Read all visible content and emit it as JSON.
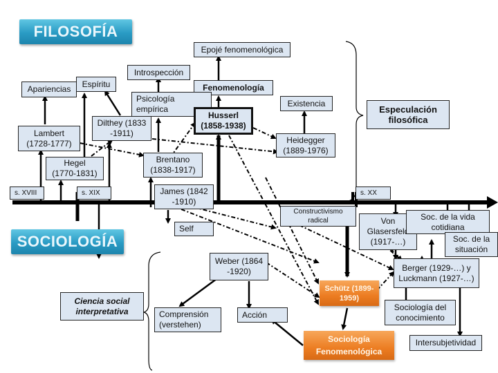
{
  "banners": {
    "filosofia": "FILOSOFÍA",
    "sociologia": "SOCIOLOGÍA"
  },
  "nodes": {
    "epoje": "Epojé fenomenológica",
    "introspeccion": "Introspección",
    "apariencias": "Apariencias",
    "espiritu": "Espíritu",
    "fenomenologia": "Fenomenología",
    "psicologia": "Psicología\nempírica",
    "existencia": "Existencia",
    "especulacion": "Especulación\nfilosófica",
    "husserl": "Husserl\n(1858-1938)",
    "dilthey": "Dilthey (1833\n-1911)",
    "lambert": "Lambert\n(1728-1777)",
    "heidegger": "Heidegger\n(1889-1976)",
    "hegel": "Hegel\n(1770-1831)",
    "brentano": "Brentano\n(1838-1917)",
    "james": "James (1842\n-1910)",
    "self": "Self",
    "constructivismo": "Constructivismo\nradical",
    "glasersfeld": "Von\nGlasersfeld\n(1917-…)",
    "vida_cotidiana": "Soc. de la vida\ncotidiana",
    "situacion": "Soc. de la\nsituación",
    "weber": "Weber (1864\n-1920)",
    "berger": "Berger (1929-…) y\nLuckmann (1927-…)",
    "ciencia_social": "Ciencia social\ninterpretativa",
    "schutz": "Schütz (1899-\n1959)",
    "comprension": "Comprensión\n(verstehen)",
    "accion": "Acción",
    "soc_conocimiento": "Sociología del\nconocimiento",
    "soc_fenomenologica": "Sociología\nFenomenológica",
    "intersubjetividad": "Intersubjetividad"
  },
  "timeline": {
    "s18": "s. XVIII",
    "s19": "s. XIX",
    "s20": "s. XX"
  },
  "colors": {
    "node_fill": "#dce6f2",
    "banner_blue": "#2a9bc4",
    "highlight_orange": "#ec7d22"
  }
}
